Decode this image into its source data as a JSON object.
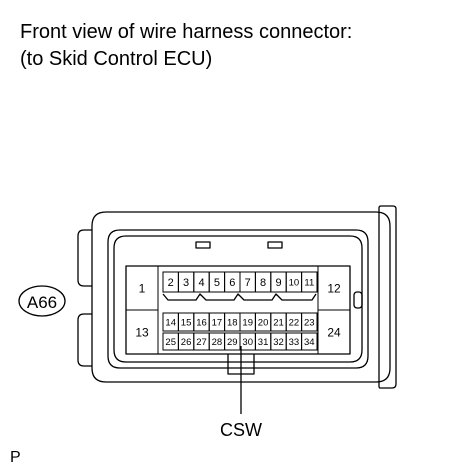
{
  "caption": {
    "line1": "Front view of wire harness connector:",
    "line2": "(to Skid Control ECU)"
  },
  "connector": {
    "id": "A66",
    "pins_large": [
      "1",
      "12",
      "13",
      "24"
    ],
    "pins_row1": [
      "2",
      "3",
      "4",
      "5",
      "6",
      "7",
      "8",
      "9",
      "10",
      "11"
    ],
    "pins_row2": [
      "14",
      "15",
      "16",
      "17",
      "18",
      "19",
      "20",
      "21",
      "22",
      "23"
    ],
    "pins_row3": [
      "25",
      "26",
      "27",
      "28",
      "29",
      "30",
      "31",
      "32",
      "33",
      "34"
    ]
  },
  "callout": {
    "label": "CSW",
    "pin": "30"
  },
  "corner_mark": "P",
  "colors": {
    "line": "#000000",
    "background": "#ffffff"
  }
}
